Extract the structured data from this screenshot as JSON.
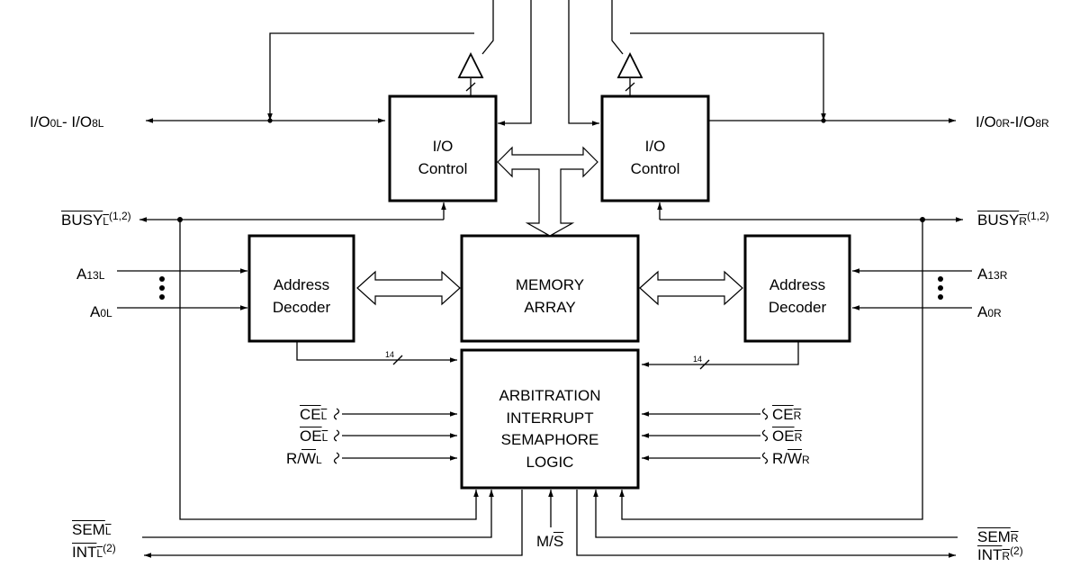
{
  "blocks": {
    "io_left": [
      "I/O",
      "Control"
    ],
    "io_right": [
      "I/O",
      "Control"
    ],
    "memory": [
      "MEMORY",
      "ARRAY"
    ],
    "addr_left": [
      "Address",
      "Decoder"
    ],
    "addr_right": [
      "Address",
      "Decoder"
    ],
    "logic": [
      "ARBITRATION",
      "INTERRUPT",
      "SEMAPHORE",
      "LOGIC"
    ]
  },
  "signals": {
    "io_left": {
      "a": "I/O",
      "b": "0L",
      "c": "- I/O",
      "d": "8L"
    },
    "io_right": {
      "a": "I/O",
      "b": "0R",
      "c": "-I/O",
      "d": "8R"
    },
    "busy_left": {
      "name": "BUSY",
      "sub": "L",
      "sup": "(1,2)"
    },
    "busy_right": {
      "name": "BUSY",
      "sub": "R",
      "sup": "(1,2)"
    },
    "a13_left": {
      "name": "A",
      "sub": "13L"
    },
    "a0_left": {
      "name": "A",
      "sub": "0L"
    },
    "a13_right": {
      "name": "A",
      "sub": "13R"
    },
    "a0_right": {
      "name": "A",
      "sub": "0R"
    },
    "ce_left": {
      "name": "CE",
      "sub": "L"
    },
    "oe_left": {
      "name": "OE",
      "sub": "L"
    },
    "rw_left": {
      "r": "R/",
      "w": "W",
      "sub": "L"
    },
    "ce_right": {
      "name": "CE",
      "sub": "R"
    },
    "oe_right": {
      "name": "OE",
      "sub": "R"
    },
    "rw_right": {
      "r": "R/",
      "w": "W",
      "sub": "R"
    },
    "sem_left": {
      "name": "SEM",
      "sub": "L"
    },
    "int_left": {
      "name": "INT",
      "sub": "L",
      "sup": "(2)"
    },
    "sem_right": {
      "name": "SEM",
      "sub": "R"
    },
    "int_right": {
      "name": "INT",
      "sub": "R",
      "sup": "(2)"
    },
    "ms": {
      "m": "M/",
      "s": "S"
    },
    "bus_width_left": "14",
    "bus_width_right": "14"
  }
}
